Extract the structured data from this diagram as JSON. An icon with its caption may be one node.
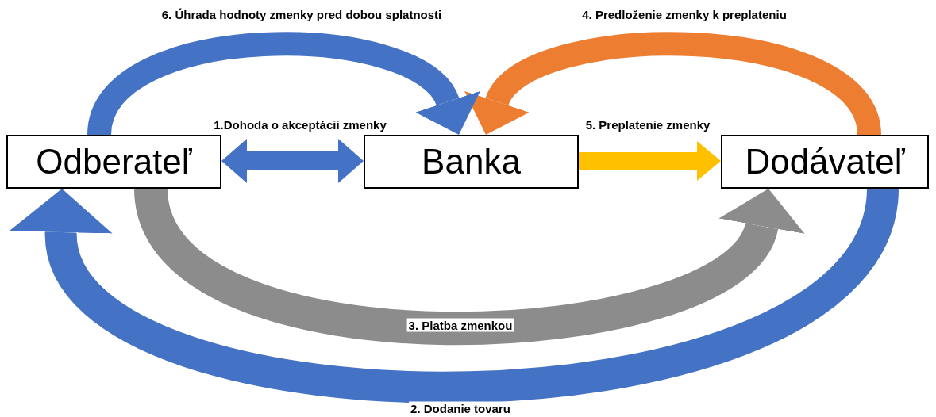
{
  "diagram": {
    "nodes": [
      {
        "text": [
          "Odberateľ"
        ]
      },
      {
        "text": [
          "Banka"
        ]
      },
      {
        "text": [
          "Dodávateľ"
        ]
      }
    ],
    "edges": [
      {
        "from": 0,
        "to": 1,
        "arrow": "both",
        "label": "1.Dohoda o akceptácii zmenky"
      },
      {
        "from": 0,
        "to": 2,
        "arrow": "to",
        "label": "3. Platba zmenkou",
        "color": "#8c8c8c"
      },
      {
        "from": 2,
        "to": 0,
        "arrow": "to",
        "label": "2. Dodanie tovaru"
      },
      {
        "from": 2,
        "to": 1,
        "arrow": "to",
        "label": "4. Predloženie zmenky k preplateniu",
        "color": "#ed7d31"
      },
      {
        "from": 1,
        "to": 2,
        "arrow": "to",
        "label": "5. Preplatenie zmenky",
        "color": "#ffc000"
      },
      {
        "from": 0,
        "to": 1,
        "arrow": "to",
        "label": "6. Úhrada hodnoty zmenky pred dobou splatnosti"
      }
    ]
  }
}
